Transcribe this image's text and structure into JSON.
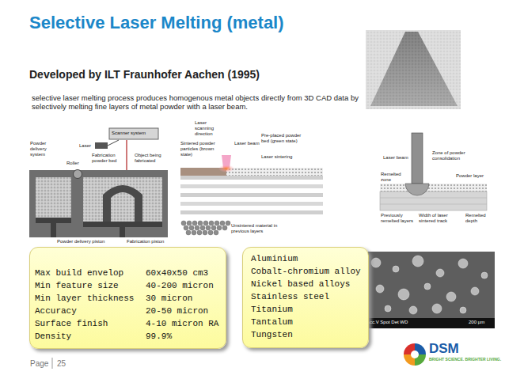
{
  "diagram": {
    "title": "Selective Laser Melting (metal)",
    "nodes": [
      {
        "text": [
          "Max build envelop",
          "60x40x50 cm3",
          "Min feature size",
          "40-200 micron",
          "Min layer thickness",
          "30 micron",
          "Accuracy",
          "20-50 micron",
          "Surface finish",
          "4-10 micron RA",
          "Density",
          "99.9%"
        ]
      },
      {
        "text": [
          "Aluminium",
          "Cobalt-chromium alloy",
          "Nickel based alloys",
          "Stainless steel",
          "Titanium",
          "Tantalum",
          "Tungsten"
        ]
      }
    ],
    "labels": [
      "Developed by ILT Fraunhofer Aachen (1995)",
      "selective laser melting process produces homogenous metal objects directly from 3D CAD data by selectively melting fine layers of metal powder with a laser beam.",
      "Scanner system",
      "Laser",
      "Powder delivery system",
      "Roller",
      "Fabrication powder bed",
      "Object being fabricated",
      "Powder delivery piston",
      "Fabrication piston",
      "Laser scanning direction",
      "Laser beam",
      "Pre-placed powder bed (green state)",
      "Laser sintering",
      "Sintered powder particles (brown state)",
      "Unsintered material in previous layers",
      "Laser beam",
      "Zone of powder consolidation",
      "Powder layer",
      "Remelted zone",
      "Previously remelted layers",
      "Remelted depth",
      "Width of laser sintered track",
      "Acc.V Spot Det WD",
      "200 µm",
      "Page",
      "25",
      "DSM",
      "BRIGHT SCIENCE. BRIGHTER LIVING."
    ]
  }
}
